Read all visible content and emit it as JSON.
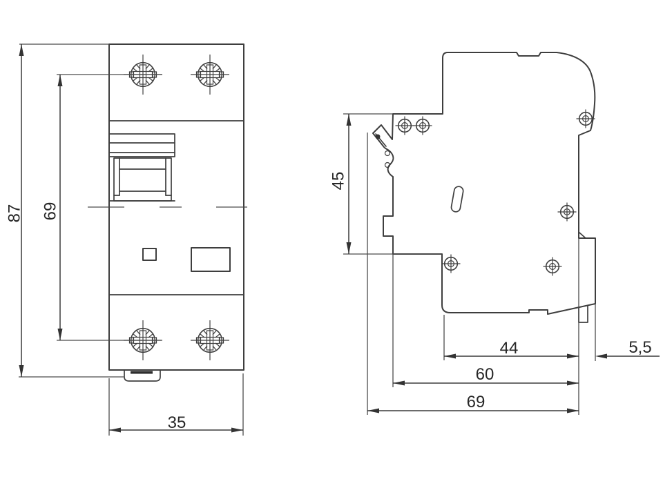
{
  "drawing": {
    "type": "technical-dimension-drawing",
    "subject": "din-rail-circuit-breaker",
    "views": {
      "front": {
        "dims": {
          "overall_height": "87",
          "terminal_screw_pitch": "69",
          "width": "35"
        }
      },
      "side": {
        "dims": {
          "front_protrusion_height": "45",
          "upper_body_depth": "44",
          "body_depth": "60",
          "overall_depth": "69",
          "rail_clip_offset": "5,5"
        }
      }
    },
    "colors": {
      "line": "#3e3e3e",
      "text": "#272727",
      "background": "#ffffff"
    }
  }
}
